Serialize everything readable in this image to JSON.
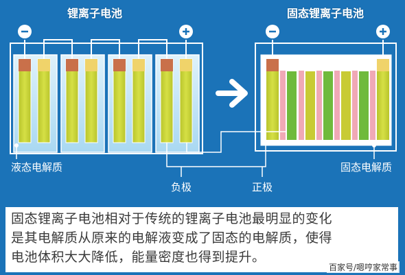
{
  "titles": {
    "liquid_battery": "锂离子电池",
    "solid_battery": "固态锂离子电池"
  },
  "labels": {
    "liquid_electrolyte": "液态电解质",
    "solid_electrolyte": "固态电解质",
    "negative_electrode": "负极",
    "positive_electrode": "正极",
    "minus_symbol": "−",
    "plus_symbol": "+"
  },
  "note": {
    "lines": [
      "固态锂离子电池相对于传统的锂离子电池最明显的变化",
      "是其电解质从原来的电解液变成了固态的电解质，使得",
      "电池体积大大降低，能量密度也得到提升。"
    ]
  },
  "watermark": "百家号/嗯哼家常事",
  "colors": {
    "background": "#1b73b8",
    "liquid": "#bfe3f6",
    "cell_outline": "#ffffff",
    "anode_fill": "#c9d634",
    "anode_cap": "#f0d36a",
    "cathode_cap": "#c9704a",
    "cathode_fill": "#c8cb34",
    "green_layer": "#6fba3c",
    "pink_layer": "#f0a9b6",
    "note_text": "#3a3a3a"
  },
  "icons": [
    "minus-terminal-icon",
    "plus-terminal-icon",
    "arrow-right-icon"
  ]
}
